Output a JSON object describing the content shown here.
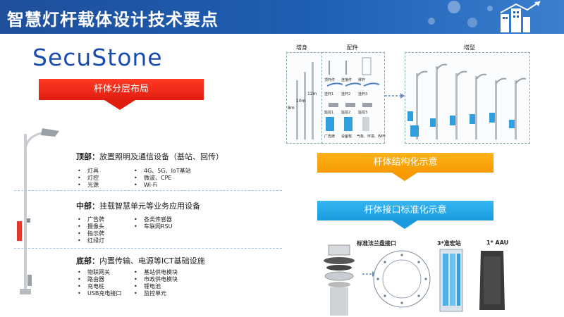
{
  "header": {
    "title": "智慧灯杆载体设计技术要点"
  },
  "brand": {
    "name": "SecuStone"
  },
  "left": {
    "banner": "杆体分层布局",
    "sections": [
      {
        "title_bold": "顶部：",
        "title_rest": "放置照明及通信设备（基站、回传）",
        "col1": [
          "灯具",
          "灯控",
          "光源"
        ],
        "col2": [
          "4G、5G、IoT基站",
          "微波、CPE",
          "Wi-Fi"
        ]
      },
      {
        "title_bold": "中部：",
        "title_rest": "挂载智慧单元等业务应用设备",
        "col1": [
          "广告牌",
          "摄像头",
          "指示牌",
          "红绿灯"
        ],
        "col2": [
          "各类传感器",
          "车联网RSU"
        ]
      },
      {
        "title_bold": "底部：",
        "title_rest": "内置传输、电源等ICT基础设施",
        "col1": [
          "物联网关",
          "路由器",
          "充电桩",
          "USB充电接口"
        ],
        "col2": [
          "基站供电模块",
          "市政供电模块",
          "锂电池",
          "监控单元"
        ]
      }
    ]
  },
  "right": {
    "diagram_labels": {
      "tower": "塔身",
      "parts": "配件",
      "model": "塔型",
      "h1": "8m",
      "h2": "10m",
      "h3": "12m",
      "part_items": [
        "顶杆件",
        "连接件",
        "臂杆",
        "挂杆1",
        "挂杆2",
        "挂杆3",
        "监控1",
        "监控2",
        "监控3",
        "广告牌",
        "设备柜",
        "气象、环境、WIFI"
      ]
    },
    "banner_structure": "杆体结构化示意",
    "banner_interface": "杆体接口标准化示意",
    "bottom_labels": {
      "flange": "标准法兰盘接口",
      "station": "3*准宏站",
      "aau": "1* AAU"
    }
  },
  "colors": {
    "header_blue": "#1d5fb3",
    "red": "#e01e10",
    "orange": "#f79a00",
    "blue": "#1a9be0",
    "brand": "#1a4bb0"
  }
}
